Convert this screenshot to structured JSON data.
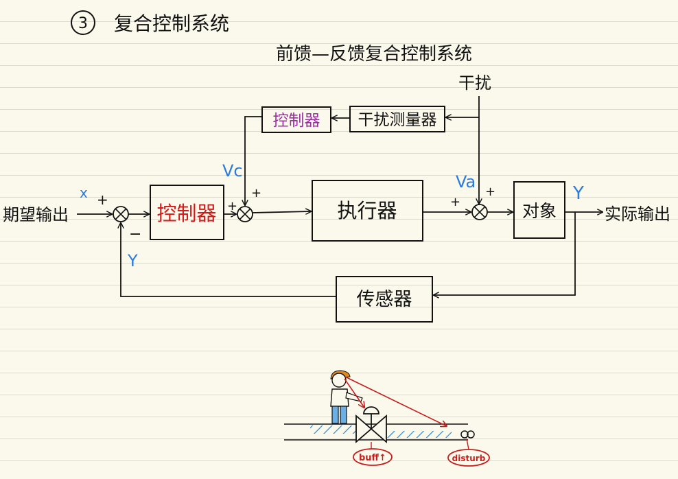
{
  "section": {
    "number": "3",
    "title": "复合控制系统"
  },
  "diagram": {
    "title": "前馈—反馈复合控制系统",
    "disturbance_label": "干扰",
    "blocks": {
      "feedforward_controller": "控制器",
      "disturbance_meter": "干扰测量器",
      "controller": "控制器",
      "actuator": "执行器",
      "plant": "对象",
      "sensor": "传感器"
    },
    "signals": {
      "input": "期望输出",
      "output": "实际输出",
      "x": "x",
      "y_out": "Y",
      "y_fb": "Y",
      "vc": "Vc",
      "va": "Va"
    },
    "signs": {
      "s1_plus": "+",
      "s1_minus": "−",
      "s2_left": "+",
      "s2_top": "+",
      "s3_left": "+",
      "s3_top": "+"
    },
    "colors": {
      "feedforward_controller": "#9b2fa0",
      "controller": "#d41a1a",
      "signal_labels": "#2a7be0"
    }
  },
  "illustration": {
    "valve_label": "buff↑",
    "disturbance_label": "disturb",
    "colors": {
      "arrows": "#c81e1e",
      "hatch": "#2a86d6",
      "hair": "#e08a1e"
    }
  }
}
